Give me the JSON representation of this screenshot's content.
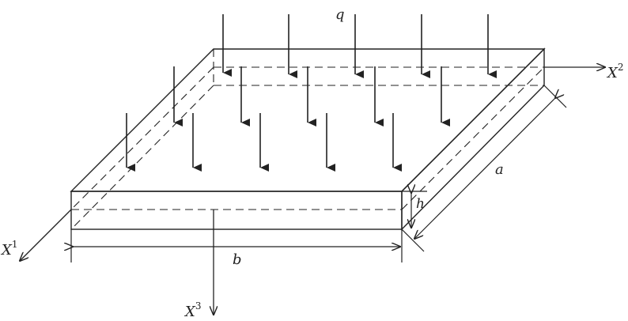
{
  "labels": {
    "load": "q",
    "axis_x1": "X",
    "axis_x1_sup": "1",
    "axis_x2": "X",
    "axis_x2_sup": "2",
    "axis_x3": "X",
    "axis_x3_sup": "3",
    "dim_a": "a",
    "dim_b": "b",
    "dim_h": "h"
  },
  "colors": {
    "line": "#222222",
    "background": "#ffffff"
  }
}
